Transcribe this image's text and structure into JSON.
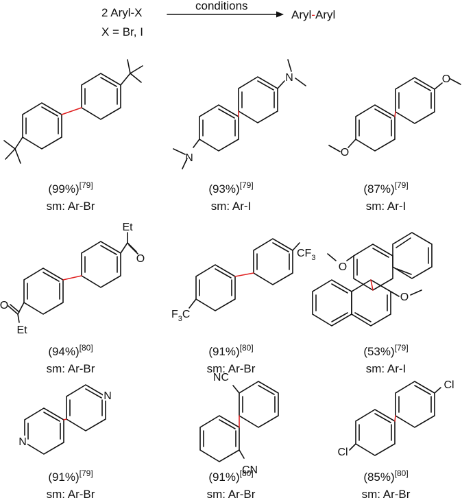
{
  "reaction": {
    "reactant_line1": "2 Aryl-X",
    "reactant_line2": "X = Br, I",
    "arrow_label": "conditions",
    "product_left": "Aryl",
    "product_dash": "-",
    "product_right": "Aryl"
  },
  "colors": {
    "new_bond": "#e02020",
    "ink": "#111111"
  },
  "compounds": [
    {
      "yield": "(99%)",
      "ref": "[79]",
      "sm": "sm: Ar-Br"
    },
    {
      "yield": "(93%)",
      "ref": "[79]",
      "sm": "sm: Ar-I"
    },
    {
      "yield": "(87%)",
      "ref": "[79]",
      "sm": "sm: Ar-I"
    },
    {
      "yield": "(94%)",
      "ref": "[80]",
      "sm": "sm: Ar-Br"
    },
    {
      "yield": "(91%)",
      "ref": "[80]",
      "sm": "sm: Ar-Br"
    },
    {
      "yield": "(53%)",
      "ref": "[79]",
      "sm": "sm: Ar-I"
    },
    {
      "yield": "(91%)",
      "ref": "[79]",
      "sm": "sm: Ar-Br"
    },
    {
      "yield": "(91%)",
      "ref": "[80]",
      "sm": "sm: Ar-Br"
    },
    {
      "yield": "(85%)",
      "ref": "[80]",
      "sm": "sm: Ar-Br"
    }
  ],
  "atoms": {
    "N": "N",
    "O": "O",
    "Et": "Et",
    "CF": "CF",
    "F": "F",
    "three": "3",
    "C": "C",
    "CN": "CN",
    "NC": "NC",
    "Cl": "Cl"
  }
}
